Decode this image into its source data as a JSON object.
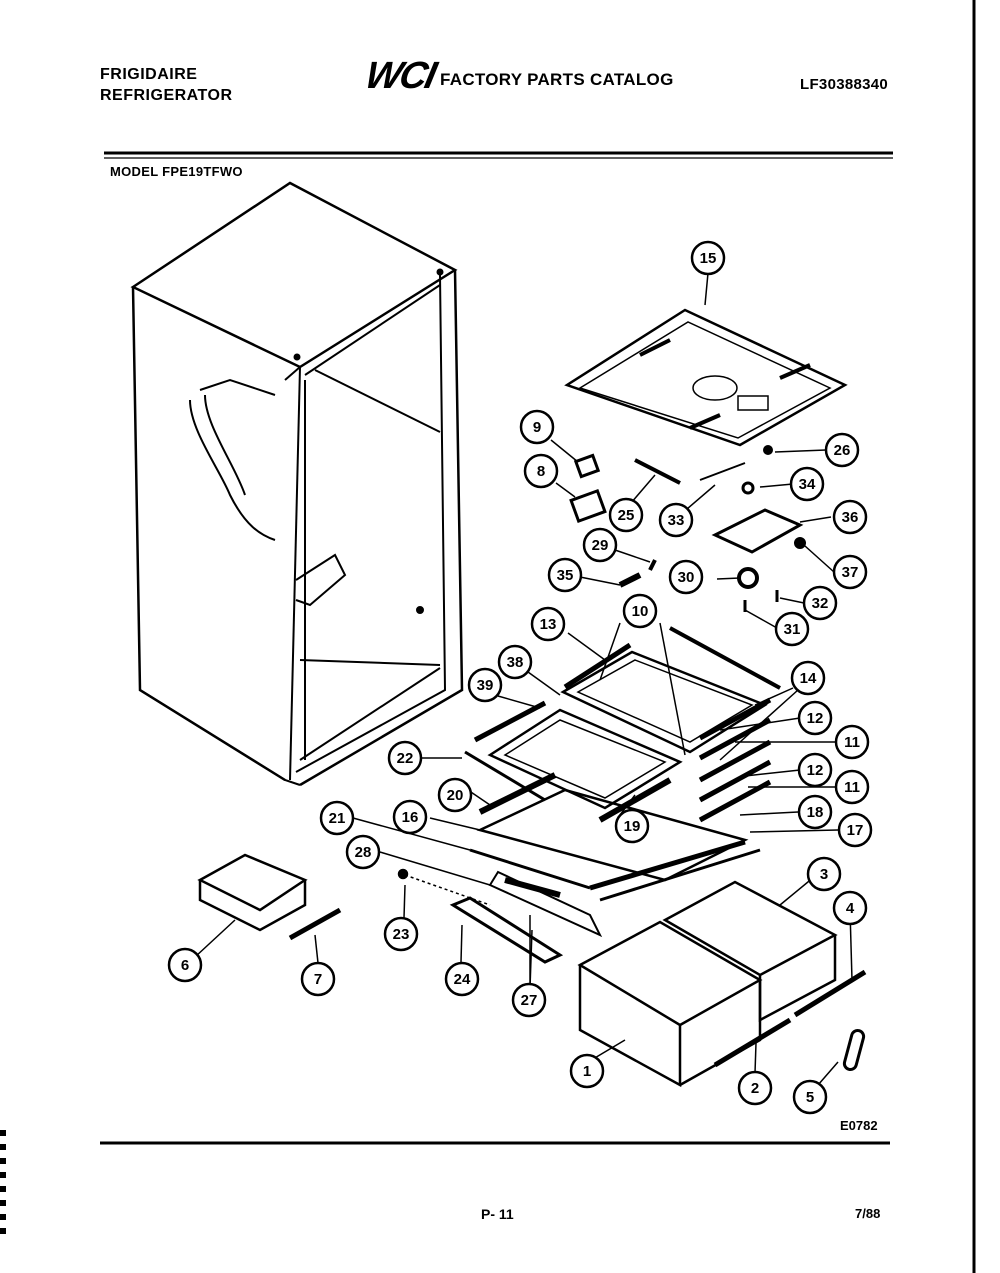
{
  "header": {
    "brand_line1": "FRIGIDAIRE",
    "brand_line2": "REFRIGERATOR",
    "logo": "WCI",
    "catalog_title": "FACTORY PARTS CATALOG",
    "catalog_number": "LF30388340",
    "model": "MODEL FPE19TFWO"
  },
  "footer": {
    "drawing_code": "E0782",
    "page": "P- 11",
    "date": "7/88"
  },
  "callouts": [
    {
      "id": "c15",
      "label": "15"
    },
    {
      "id": "c9",
      "label": "9"
    },
    {
      "id": "c8",
      "label": "8"
    },
    {
      "id": "c26",
      "label": "26"
    },
    {
      "id": "c34",
      "label": "34"
    },
    {
      "id": "c25",
      "label": "25"
    },
    {
      "id": "c33",
      "label": "33"
    },
    {
      "id": "c36",
      "label": "36"
    },
    {
      "id": "c29",
      "label": "29"
    },
    {
      "id": "c37",
      "label": "37"
    },
    {
      "id": "c35",
      "label": "35"
    },
    {
      "id": "c30",
      "label": "30"
    },
    {
      "id": "c32",
      "label": "32"
    },
    {
      "id": "c31",
      "label": "31"
    },
    {
      "id": "c13",
      "label": "13"
    },
    {
      "id": "c10",
      "label": "10"
    },
    {
      "id": "c38",
      "label": "38"
    },
    {
      "id": "c14",
      "label": "14"
    },
    {
      "id": "c39",
      "label": "39"
    },
    {
      "id": "c12a",
      "label": "12"
    },
    {
      "id": "c22",
      "label": "22"
    },
    {
      "id": "c11a",
      "label": "11"
    },
    {
      "id": "c12b",
      "label": "12"
    },
    {
      "id": "c20",
      "label": "20"
    },
    {
      "id": "c11b",
      "label": "11"
    },
    {
      "id": "c21",
      "label": "21"
    },
    {
      "id": "c16",
      "label": "16"
    },
    {
      "id": "c19",
      "label": "19"
    },
    {
      "id": "c18",
      "label": "18"
    },
    {
      "id": "c28",
      "label": "28"
    },
    {
      "id": "c17",
      "label": "17"
    },
    {
      "id": "c3",
      "label": "3"
    },
    {
      "id": "c4",
      "label": "4"
    },
    {
      "id": "c23",
      "label": "23"
    },
    {
      "id": "c6",
      "label": "6"
    },
    {
      "id": "c7",
      "label": "7"
    },
    {
      "id": "c24",
      "label": "24"
    },
    {
      "id": "c27",
      "label": "27"
    },
    {
      "id": "c1",
      "label": "1"
    },
    {
      "id": "c2",
      "label": "2"
    },
    {
      "id": "c5",
      "label": "5"
    }
  ]
}
